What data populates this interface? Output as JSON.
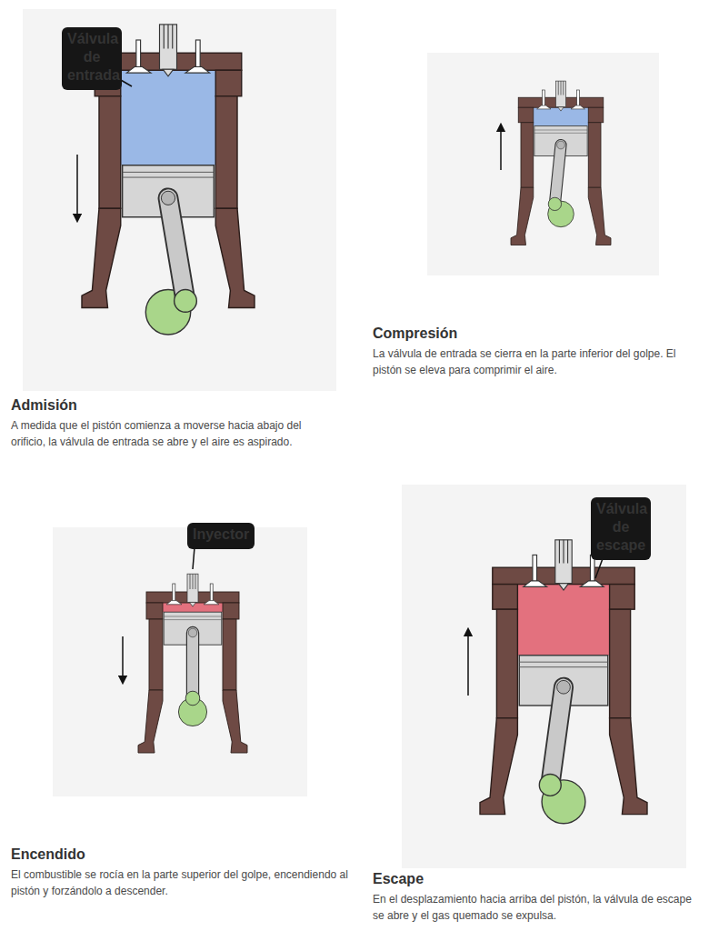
{
  "diagram": {
    "nodes": [
      {
        "text": [
          "Admisión",
          "A medida que el pistón comienza a moverse hacia abajo del orificio, la válvula de entrada se abre y el aire es aspirado."
        ]
      },
      {
        "text": [
          "Válvula de entrada"
        ],
        "in": 0
      },
      {
        "text": [
          "Compresión",
          "La válvula de entrada se cierra en la parte inferior del golpe. El pistón se eleva para comprimir el aire."
        ]
      },
      {
        "text": [
          "Encendido",
          "El combustible se rocía en la parte superior del golpe, encendiendo al pistón y forzándolo a descender."
        ]
      },
      {
        "text": [
          "Inyector"
        ],
        "in": 3
      },
      {
        "text": [
          "Escape",
          "En el desplazamiento hacia arriba del pistón, la válvula de escape se abre y el gas quemado se expulsa."
        ]
      },
      {
        "text": [
          "Válvula de escape"
        ],
        "in": 5
      }
    ]
  }
}
